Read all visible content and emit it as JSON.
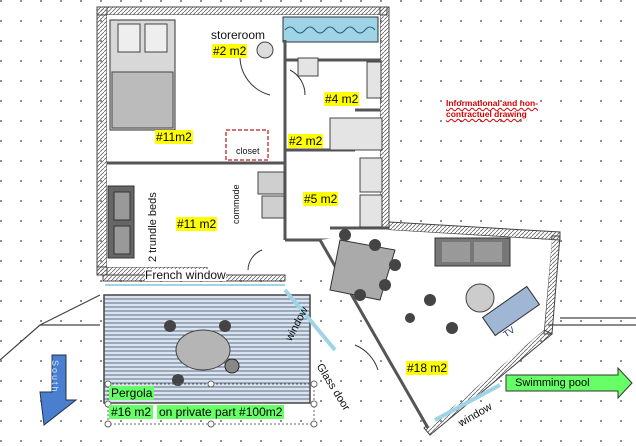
{
  "rooms": {
    "storeroom_name": "storeroom",
    "storeroom_area": "#2 m2",
    "bath_area": "#4 m2",
    "bedroom_area": "#11m2",
    "closet": "closet",
    "shower_area": "#2 m2",
    "wc_area": "#5 m2",
    "commode": "commode",
    "trundle": "2 trundle beds",
    "second_room_area": "#11 m2",
    "living_area": "#18 m2"
  },
  "openings": {
    "french_window": "French window",
    "window_left": "window",
    "window_bottom": "window",
    "glass_door": "Glass door"
  },
  "appliance": {
    "tv": "TV"
  },
  "note": "Informational and non-contractuel  drawing",
  "outdoor": {
    "pergola": "Pergola",
    "pergola_area": "#16 m2",
    "private_part": "on private part #100m2",
    "south": "South",
    "pool": "Swimming pool"
  },
  "colors": {
    "area_label": "#ffff00",
    "green_label": "#66ff66",
    "note_text": "#d40000",
    "wall": "#555555",
    "pool_arrow": "#66ff66",
    "south_arrow": "#4a7fd0",
    "window_glass": "#9fd3e6"
  }
}
